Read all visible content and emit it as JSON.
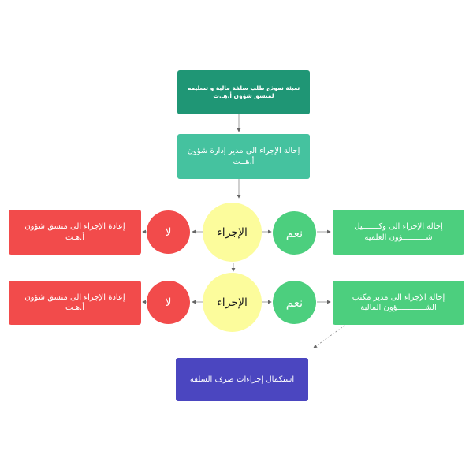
{
  "colors": {
    "teal_dark": "#1f9675",
    "teal": "#45c29f",
    "green": "#4ccf7e",
    "red": "#f24b4b",
    "yellow": "#fcfc9c",
    "purple": "#4b46c0",
    "edge": "#777777"
  },
  "nodes": {
    "start": "تعبئة نموذج طلب سلفة مالية و تسليمه لمنسق شؤون أ.هـ.ت",
    "refer_manager": "إحالة الإجراء الى مدير إدارة شؤون أ.هــت",
    "decision_1": "الإجراء",
    "yes_1": "نعم",
    "no_1": "لا",
    "refer_deputy": "إحالة الإجراء الى وكـــــــيل شــــــــــؤون العلمية",
    "return_1": "إعادة الإجراء الى منسق شؤون أ.هـت",
    "decision_2": "الإجراء",
    "yes_2": "نعم",
    "no_2": "لا",
    "refer_finance": "إحالة الإجراء الى مدير مكتب الشــــــــــــؤون المالية",
    "return_2": "إعادة الإجراء الى منسق شؤون أ.هـت",
    "end": "استكمال إجراءات صرف السلفة"
  }
}
